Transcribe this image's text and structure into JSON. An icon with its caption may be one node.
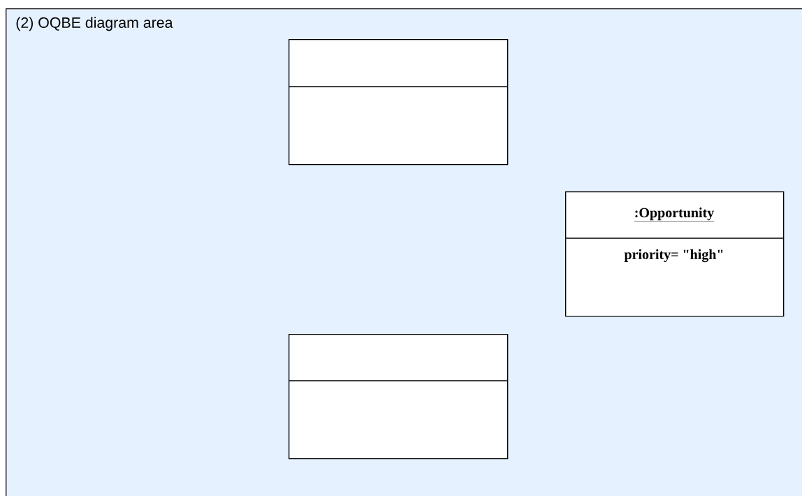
{
  "diagram": {
    "nodes": [
      {
        "text": [
          "(2) OQBE diagram area"
        ]
      },
      {
        "text": [],
        "shape": "box",
        "in": 0
      },
      {
        "text": [
          ":Opportunity",
          "priority= \"high\""
        ],
        "in": 0
      },
      {
        "text": [],
        "shape": "box",
        "in": 0
      }
    ]
  }
}
